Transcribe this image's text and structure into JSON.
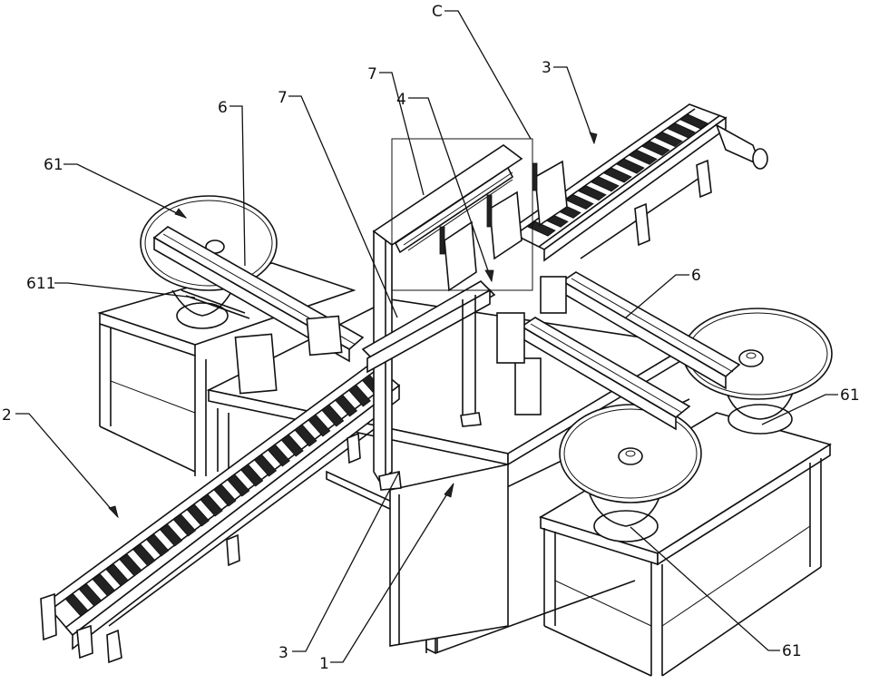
{
  "figure": {
    "type": "patent isometric line drawing",
    "subject": "automated assembly machine with conveyors and vibratory bowl feeders",
    "labels": [
      {
        "id": "label-C",
        "text": "C",
        "target": "detail-region-box"
      },
      {
        "id": "label-3-top",
        "text": "3",
        "target": "conveyor-right"
      },
      {
        "id": "label-7-a",
        "text": "7",
        "target": "gantry-rail"
      },
      {
        "id": "label-4",
        "text": "4",
        "target": "clamp-station"
      },
      {
        "id": "label-7-b",
        "text": "7",
        "target": "gantry-rail-front"
      },
      {
        "id": "label-6-left",
        "text": "6",
        "target": "feeder-push-cylinder-left"
      },
      {
        "id": "label-61-left",
        "text": "61",
        "target": "vibratory-bowl-left"
      },
      {
        "id": "label-611",
        "text": "611",
        "target": "bowl-outlet-track"
      },
      {
        "id": "label-6-right",
        "text": "6",
        "target": "feeder-push-cylinder-right"
      },
      {
        "id": "label-61-right-upper",
        "text": "61",
        "target": "vibratory-bowl-right-upper"
      },
      {
        "id": "label-61-right-lower",
        "text": "61",
        "target": "vibratory-bowl-right-lower"
      },
      {
        "id": "label-2",
        "text": "2",
        "target": "conveyor-left"
      },
      {
        "id": "label-3-bottom",
        "text": "3",
        "target": "conveyor-left-chain"
      },
      {
        "id": "label-1",
        "text": "1",
        "target": "main-workbench"
      }
    ]
  }
}
